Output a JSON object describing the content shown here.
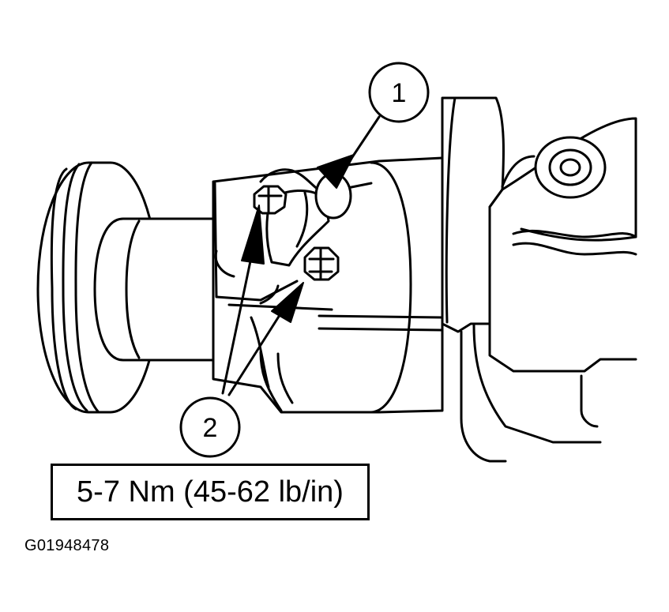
{
  "diagram": {
    "callouts": [
      {
        "id": "callout-1",
        "label": "1"
      },
      {
        "id": "callout-2",
        "label": "2"
      }
    ],
    "torque_spec": "5-7 Nm (45-62 lb/in)",
    "figure_id": "G01948478"
  }
}
